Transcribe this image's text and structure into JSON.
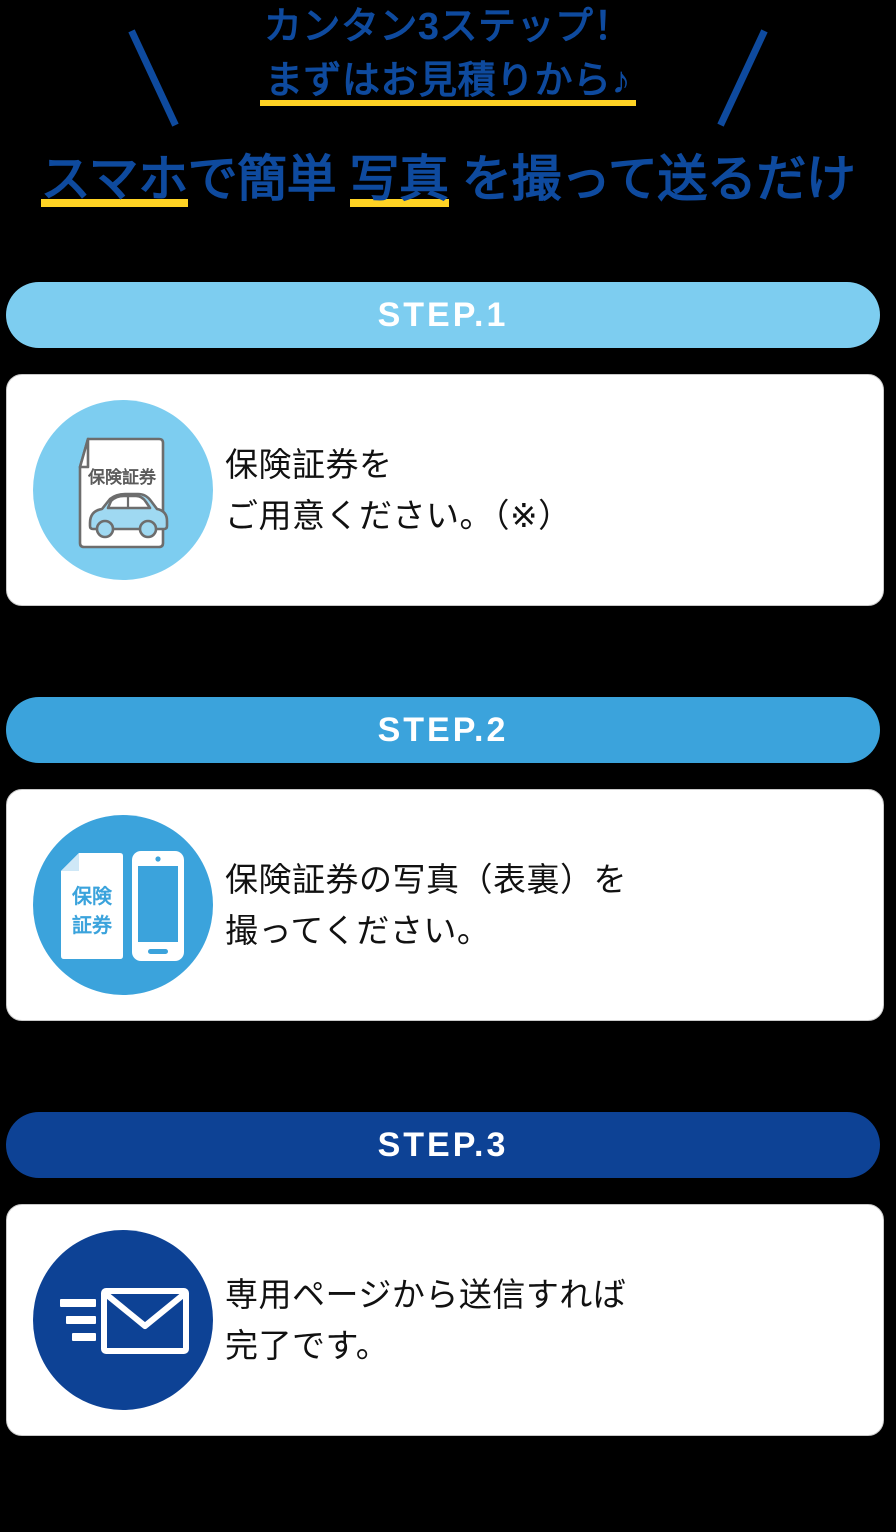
{
  "header": {
    "lead_line_1": "カンタン3ステップ！",
    "lead_line_2": "まずはお見積りから♪",
    "title_parts": [
      {
        "text": "スマホ",
        "highlight": true
      },
      {
        "text": "で簡単 ",
        "highlight": false
      },
      {
        "text": "写真",
        "highlight": true
      },
      {
        "text": " を撮って送るだけ",
        "highlight": false
      }
    ],
    "highlight_color": "#FFD324",
    "text_color": "#0E4A9E"
  },
  "steps": [
    {
      "banner_label": "STEP.1",
      "banner_color": "#7DCDF0",
      "icon_name": "insurance-policy-document-icon",
      "icon_doc_label": "保険証券",
      "text_line_1": "保険証券を",
      "text_line_2": "ご用意ください。（※）"
    },
    {
      "banner_label": "STEP.2",
      "banner_color": "#3BA3DC",
      "icon_name": "document-and-smartphone-icon",
      "icon_doc_label_1": "保険",
      "icon_doc_label_2": "証券",
      "text_line_1": "保険証券の写真（表裏）を",
      "text_line_2": "撮ってください。"
    },
    {
      "banner_label": "STEP.3",
      "banner_color": "#0D4295",
      "icon_name": "send-mail-envelope-icon",
      "text_line_1": "専用ページから送信すれば",
      "text_line_2": "完了です。"
    }
  ]
}
